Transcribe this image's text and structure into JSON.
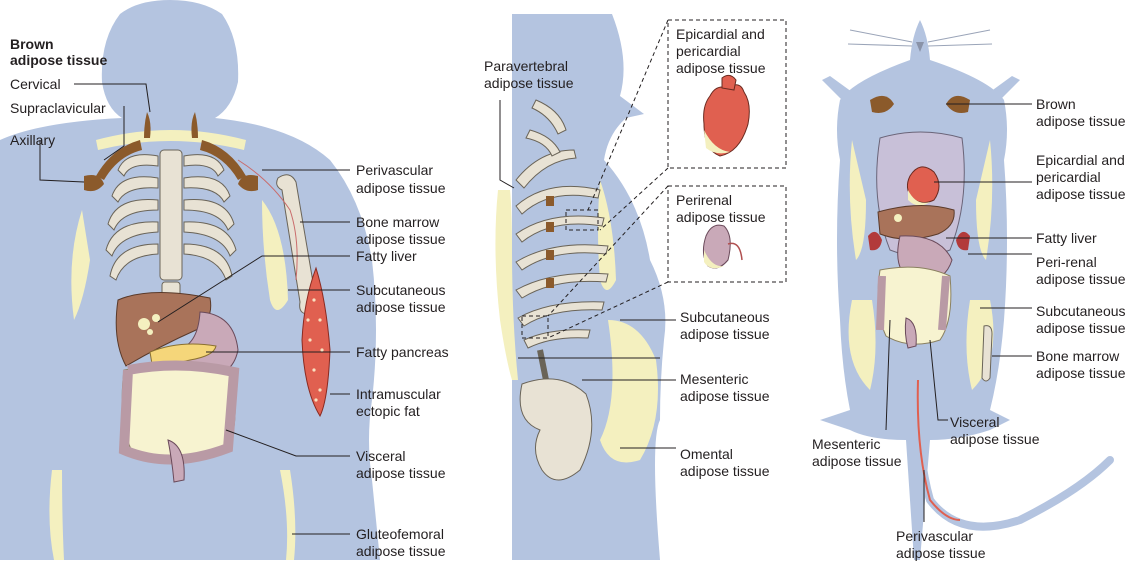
{
  "colors": {
    "body_silhouette": "#b4c4e0",
    "brown_fat": "#8b5a2b",
    "subcutaneous_fat": "#f4f0bf",
    "bone": "#e8e2d4",
    "liver": "#a9735a",
    "muscle": "#e06050",
    "leader_line": "#231f20"
  },
  "human_front": {
    "heading": [
      "Brown",
      "adipose tissue"
    ],
    "left_labels": [
      "Cervical",
      "Supraclavicular",
      "Axillary"
    ],
    "right_labels": [
      [
        "Perivascular",
        "adipose tissue"
      ],
      [
        "Bone marrow",
        "adipose tissue"
      ],
      [
        "Fatty liver"
      ],
      [
        "Subcutaneous",
        "adipose tissue"
      ],
      [
        "Fatty pancreas"
      ],
      [
        "Intramuscular",
        "ectopic fat"
      ],
      [
        "Visceral",
        "adipose tissue"
      ],
      [
        "Gluteofemoral",
        "adipose tissue"
      ]
    ]
  },
  "human_side": {
    "paravertebral": [
      "Paravertebral",
      "adipose tissue"
    ],
    "inset_heart": [
      "Epicardial and",
      "pericardial",
      "adipose tissue"
    ],
    "inset_kidney": [
      "Perirenal",
      "adipose tissue"
    ],
    "right_labels": [
      [
        "Subcutaneous",
        "adipose tissue"
      ],
      [
        "Mesenteric",
        "adipose tissue"
      ],
      [
        "Omental",
        "adipose tissue"
      ]
    ]
  },
  "mouse": {
    "right_labels": [
      [
        "Brown",
        "adipose tissue"
      ],
      [
        "Epicardial and",
        "pericardial",
        "adipose tissue"
      ],
      [
        "Fatty liver"
      ],
      [
        "Peri-renal",
        "adipose tissue"
      ],
      [
        "Subcutaneous",
        "adipose tissue"
      ],
      [
        "Bone marrow",
        "adipose tissue"
      ]
    ],
    "visceral": [
      "Visceral",
      "adipose tissue"
    ],
    "mesenteric": [
      "Mesenteric",
      "adipose tissue"
    ],
    "perivascular": [
      "Perivascular",
      "adipose tissue"
    ]
  }
}
